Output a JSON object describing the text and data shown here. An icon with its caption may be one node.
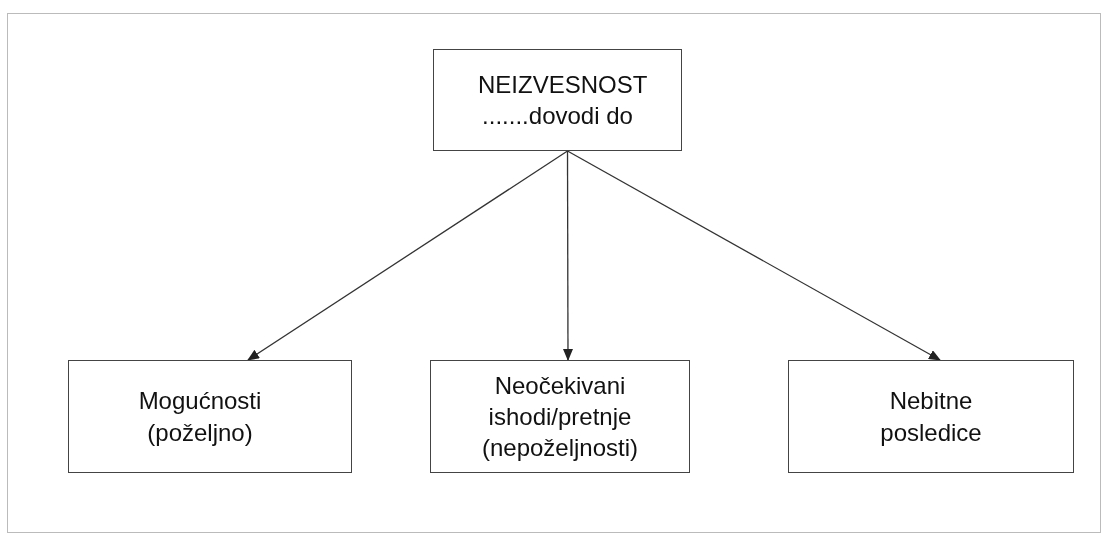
{
  "diagram": {
    "nodes": [
      {
        "text": [
          "NEIZVESNOST",
          ".......dovodi do"
        ]
      },
      {
        "text": [
          "Mogućnosti (poželjno)"
        ]
      },
      {
        "text": [
          "Neočekivani ishodi/pretnje (nepoželjnosti)"
        ]
      },
      {
        "text": [
          "Nebitne posledice"
        ]
      }
    ],
    "edges": [
      {
        "from": 0,
        "to": 1,
        "arrow": "to"
      },
      {
        "from": 0,
        "to": 2,
        "arrow": "to"
      },
      {
        "from": 0,
        "to": 3,
        "arrow": "to"
      }
    ]
  }
}
